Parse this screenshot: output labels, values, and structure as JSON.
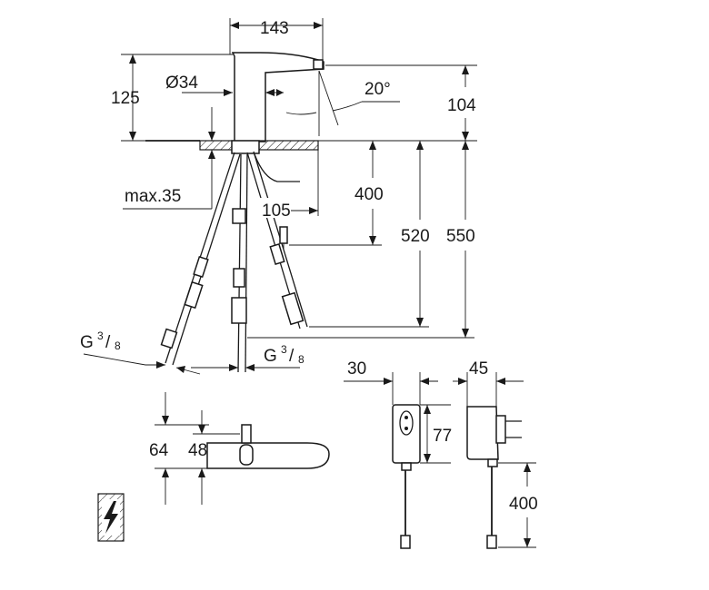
{
  "dimensions": {
    "width_top": "143",
    "height_spout": "125",
    "diameter": "Ø34",
    "angle": "20°",
    "height_outlet": "104",
    "max_thickness": "max.35",
    "offset": "105",
    "hose_length": "400",
    "length_520": "520",
    "length_550": "550",
    "thread_left_main": "G",
    "thread_right_main": "G",
    "thread_num": "3",
    "thread_den": "8",
    "plate_64": "64",
    "plate_48": "48",
    "adapter_width": "30",
    "adapter_height": "77",
    "adapter_depth": "45",
    "cable_length": "400"
  },
  "icons": [
    "electric-hazard-icon"
  ]
}
